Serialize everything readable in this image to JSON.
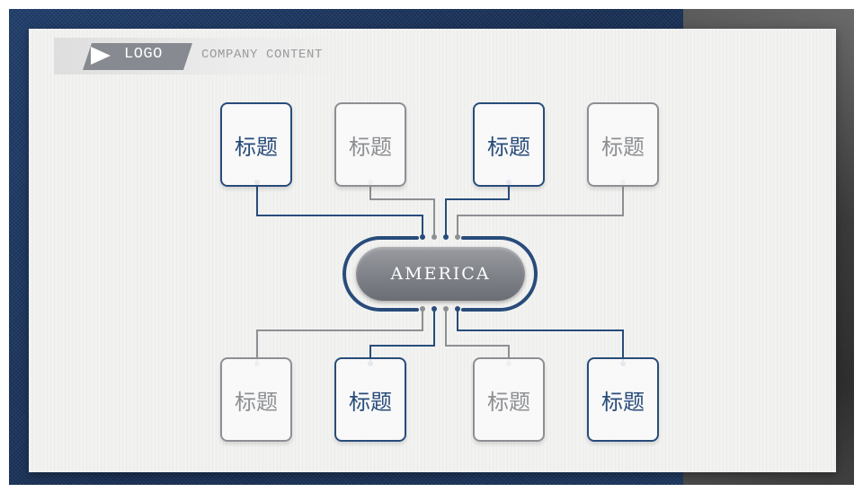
{
  "header": {
    "logo_label": "LOGO",
    "company_label": "COMPANY CONTENT"
  },
  "hub": {
    "label": "AMERICA"
  },
  "top_boxes": [
    {
      "label": "标题",
      "style": "blue"
    },
    {
      "label": "标题",
      "style": "gray"
    },
    {
      "label": "标题",
      "style": "blue"
    },
    {
      "label": "标题",
      "style": "gray"
    }
  ],
  "bottom_boxes": [
    {
      "label": "标题",
      "style": "gray"
    },
    {
      "label": "标题",
      "style": "blue"
    },
    {
      "label": "标题",
      "style": "gray"
    },
    {
      "label": "标题",
      "style": "blue"
    }
  ],
  "colors": {
    "blue": "#284c7a",
    "gray": "#8d8f93",
    "hub_fill": "#7e8187",
    "paper": "#f2f2f1"
  },
  "icons": [
    "play-icon"
  ]
}
